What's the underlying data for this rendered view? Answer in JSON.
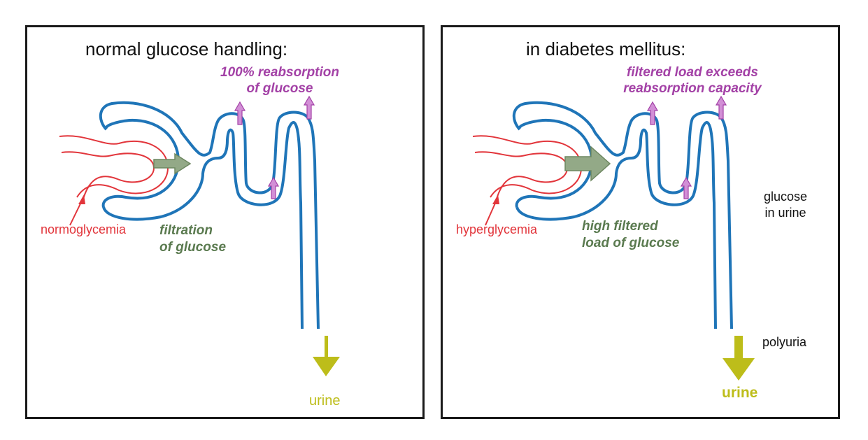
{
  "colors": {
    "tubule": "#1f75b8",
    "capillary": "#e2353b",
    "filtration_arrow": "#93a987",
    "filtration_arrow_stroke": "#6d8760",
    "reabsorption_arrow": "#d28fd6",
    "reabsorption_arrow_stroke": "#a341a6",
    "urine": "#bdbd1a",
    "purple_text": "#a341a6",
    "green_text": "#5a7a4f",
    "red_text": "#e2353b"
  },
  "left_panel": {
    "title": "normal glucose handling:",
    "reabsorption_line1": "100% reabsorption",
    "reabsorption_line2": "of glucose",
    "filtration_line1": "filtration",
    "filtration_line2": "of glucose",
    "glycemia": "normoglycemia",
    "urine": "urine"
  },
  "right_panel": {
    "title": "in diabetes mellitus:",
    "reabsorption_line1": "filtered load exceeds",
    "reabsorption_line2": "reabsorption capacity",
    "filtration_line1": "high filtered",
    "filtration_line2": "load of glucose",
    "glycemia": "hyperglycemia",
    "glucose_urine_line1": "glucose",
    "glucose_urine_line2": "in urine",
    "polyuria": "polyuria",
    "urine": "urine"
  }
}
